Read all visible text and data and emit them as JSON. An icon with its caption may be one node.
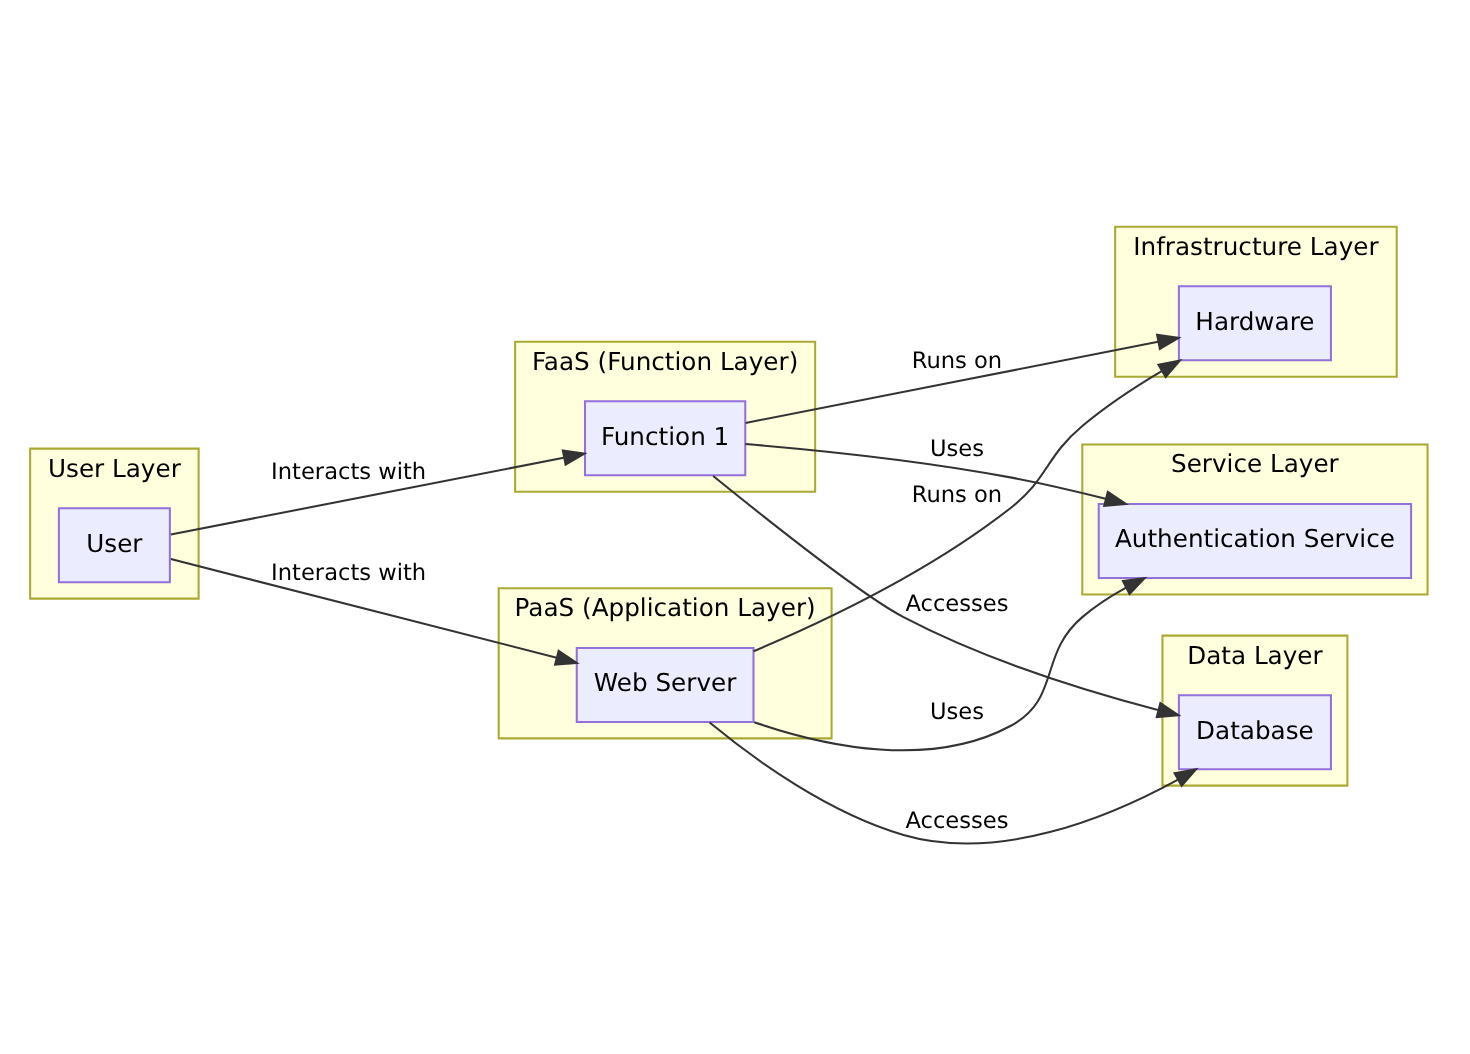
{
  "diagram": {
    "nodes": [
      {
        "text": [
          "User Layer"
        ]
      },
      {
        "text": [
          "User"
        ],
        "in": 0
      },
      {
        "text": [
          "PaaS (Application Layer)"
        ]
      },
      {
        "text": [
          "Web Server"
        ],
        "in": 2
      },
      {
        "text": [
          "FaaS (Function Layer)"
        ]
      },
      {
        "text": [
          "Function 1"
        ],
        "in": 4
      },
      {
        "text": [
          "Service Layer"
        ]
      },
      {
        "text": [
          "Authentication Service"
        ],
        "in": 6
      },
      {
        "text": [
          "Infrastructure Layer"
        ]
      },
      {
        "text": [
          "Hardware"
        ],
        "in": 8
      },
      {
        "text": [
          "Data Layer"
        ]
      },
      {
        "text": [
          "Database"
        ],
        "in": 10
      }
    ],
    "edges": [
      {
        "from": 1,
        "to": 3,
        "arrow": "to",
        "label": "Interacts with"
      },
      {
        "from": 1,
        "to": 5,
        "arrow": "to",
        "label": "Interacts with"
      },
      {
        "from": 3,
        "to": 7,
        "arrow": "to",
        "label": "Uses"
      },
      {
        "from": 5,
        "to": 7,
        "arrow": "to",
        "label": "Uses"
      },
      {
        "from": 3,
        "to": 9,
        "arrow": "to",
        "label": "Runs on"
      },
      {
        "from": 5,
        "to": 9,
        "arrow": "to",
        "label": "Runs on"
      },
      {
        "from": 3,
        "to": 11,
        "arrow": "to",
        "label": "Accesses"
      },
      {
        "from": 5,
        "to": 11,
        "arrow": "to",
        "label": "Accesses"
      }
    ]
  }
}
